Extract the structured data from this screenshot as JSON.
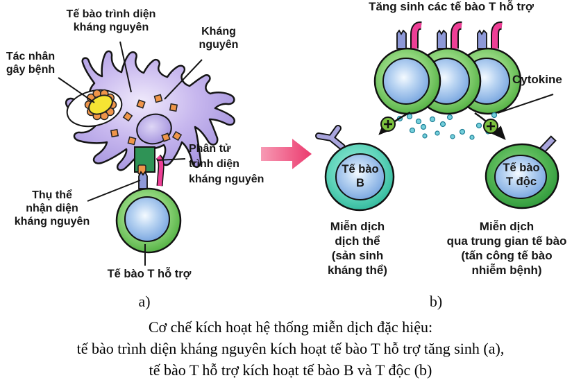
{
  "panel_a": {
    "label_apc": "Tế bào trình diện\nkháng nguyên",
    "label_antigen": "Kháng\nnguyên",
    "label_pathogen": "Tác nhân\ngây bệnh",
    "label_mhc": "Phân tử\ntrình diện\nkháng nguyên",
    "label_receptor": "Thụ thể\nnhận diện\nkháng nguyên",
    "label_helper_t": "Tế bào T hỗ trợ",
    "tag": "a)"
  },
  "panel_b": {
    "title": "Tăng sinh các tế bào T hỗ trợ",
    "label_cytokine": "Cytokine",
    "b_cell_label": "Tế bào\nB",
    "t_cell_label": "Tế bào\nT độc",
    "label_humoral": "Miễn dịch\ndịch thể\n(sản sinh\nkháng thể)",
    "label_cell_mediated": "Miễn dịch\nqua trung gian tế bào\n(tấn công tế bào\nnhiễm bệnh)",
    "tag": "b)"
  },
  "caption": {
    "line1": "Cơ chế kích hoạt hệ thống miễn dịch đặc hiệu:",
    "line2": "tế bào trình diện kháng nguyên kích hoạt tế bào T hỗ trợ tăng sinh (a),",
    "line3": "tế bào T hỗ trợ kích hoạt tế bào B và T độc (b)"
  },
  "colors": {
    "apc_cell": "#c0aeea",
    "pathogen_yellow": "#f6e433",
    "antigen_orange": "#ef9549",
    "mhc_green": "#2f9356",
    "receptor_purple": "#9aa2dc",
    "pink_ribbon": "#ee3f96",
    "helper_t_ring": "#6cc35a",
    "nucleus_blue": "#85b2e8",
    "b_cell_teal": "#3ec8ae",
    "cytotoxic_t_green": "#37a243",
    "cytokine_dot": "#74cfdb",
    "plus_badge": "#7cc23f",
    "transition_arrow": "#ee4d79"
  }
}
